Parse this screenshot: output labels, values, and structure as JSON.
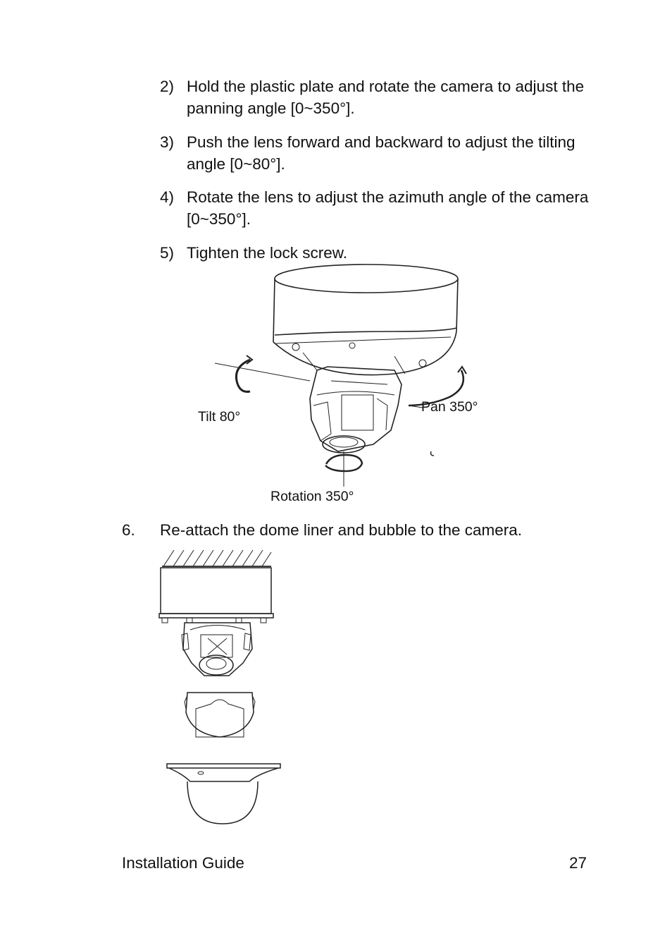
{
  "steps": [
    {
      "num": "2)",
      "text": "Hold the plastic plate and rotate the camera to adjust the panning angle [0~350°]."
    },
    {
      "num": "3)",
      "text": "Push the lens forward and backward to adjust the tilting angle [0~80°]."
    },
    {
      "num": "4)",
      "text": "Rotate the lens to adjust the azimuth angle of the camera [0~350°]."
    },
    {
      "num": "5)",
      "text": "Tighten the lock screw."
    }
  ],
  "figure1": {
    "tilt_label": "Tilt 80°",
    "pan_label": "Pan 350°",
    "rotation_label": "Rotation 350°"
  },
  "step6": {
    "num": "6.",
    "text": "Re-attach the dome liner and bubble to the camera."
  },
  "footer": {
    "left": "Installation Guide",
    "right": "27"
  }
}
